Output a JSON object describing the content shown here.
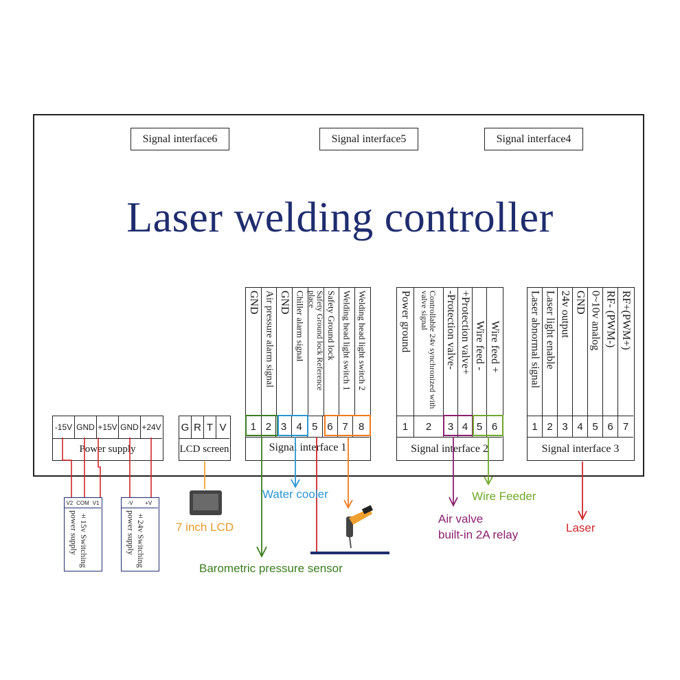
{
  "title": "Laser welding controller",
  "top_interfaces": [
    "Signal interface6",
    "Signal interface5",
    "Signal interface4"
  ],
  "power": {
    "pins": [
      "-15V",
      "GND",
      "+15V",
      "GND",
      "+24V"
    ],
    "label": "Power supply"
  },
  "lcd": {
    "pins": [
      "G",
      "R",
      "T",
      "V"
    ],
    "label": "LCD screen"
  },
  "sig1": {
    "label": "Signal interface 1",
    "pins": [
      "1",
      "2",
      "3",
      "4",
      "5",
      "6",
      "7",
      "8"
    ],
    "columns": [
      "GND",
      "Air pressure alarm signal",
      "GND",
      "Chiller alarm signal",
      "Safety Ground lock Reference place",
      "Safety Ground lock",
      "Welding head light switch 1",
      "Welding head light switch 2"
    ]
  },
  "sig2": {
    "label": "Signal interface 2",
    "pins": [
      "1",
      "2",
      "3",
      "4",
      "5",
      "6"
    ],
    "columns": [
      "Power ground",
      "Controllable 24v synchronized with valve signal",
      "-Protection valve-",
      "+Protection valve+",
      "Wire feed -",
      "Wire feed +"
    ]
  },
  "sig3": {
    "label": "Signal interface 3",
    "pins": [
      "1",
      "2",
      "3",
      "4",
      "5",
      "6",
      "7"
    ],
    "columns": [
      "Laser abnormal signal",
      "Laser light enable",
      "24v output",
      "GND",
      "0~10v analog",
      "RF- (PWM-)",
      "RF+(PWM+)"
    ]
  },
  "psu15": {
    "terminals": [
      "V2",
      "COM",
      "V1"
    ],
    "text": "±15v Switching power supply"
  },
  "psu24": {
    "terminals": [
      "-V",
      "+V"
    ],
    "text": "±24v Switching power supply"
  },
  "external": {
    "lcd7": "7 inch LCD",
    "water_cooler": "Water cooler",
    "barometric": "Barometric pressure sensor",
    "air_valve_1": "Air valve",
    "air_valve_2": "built-in 2A relay",
    "wire_feeder": "Wire Feeder",
    "laser": "Laser"
  },
  "colors": {
    "navy": "#1f2d6e",
    "green": "#3a7d1e",
    "blue": "#2a95d0",
    "orange": "#f07a1a",
    "red": "#d0262a",
    "purple": "#8a1f6e",
    "lime": "#6ea82a",
    "amber": "#f0a030"
  }
}
